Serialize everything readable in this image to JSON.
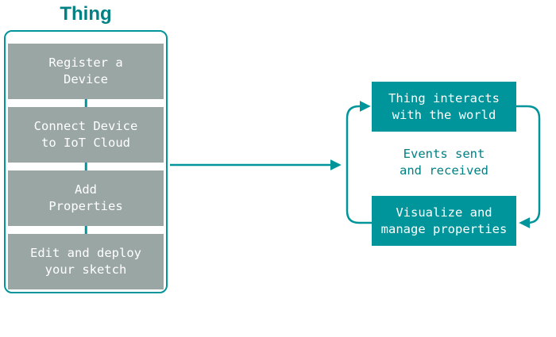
{
  "colors": {
    "teal": "#00959b",
    "teal_dark": "#008184",
    "gray": "#9aa6a4",
    "box_text": "#ffffff"
  },
  "left_panel": {
    "title": "Thing",
    "steps": [
      {
        "label": "Register a\nDevice"
      },
      {
        "label": "Connect Device\nto IoT Cloud"
      },
      {
        "label": "Add\nProperties"
      },
      {
        "label": "Edit and deploy\nyour sketch"
      }
    ]
  },
  "cycle": {
    "top_box_label": "Thing interacts\nwith the world",
    "middle_label": "Events sent\nand received",
    "bottom_box_label": "Visualize and\nmanage properties"
  }
}
